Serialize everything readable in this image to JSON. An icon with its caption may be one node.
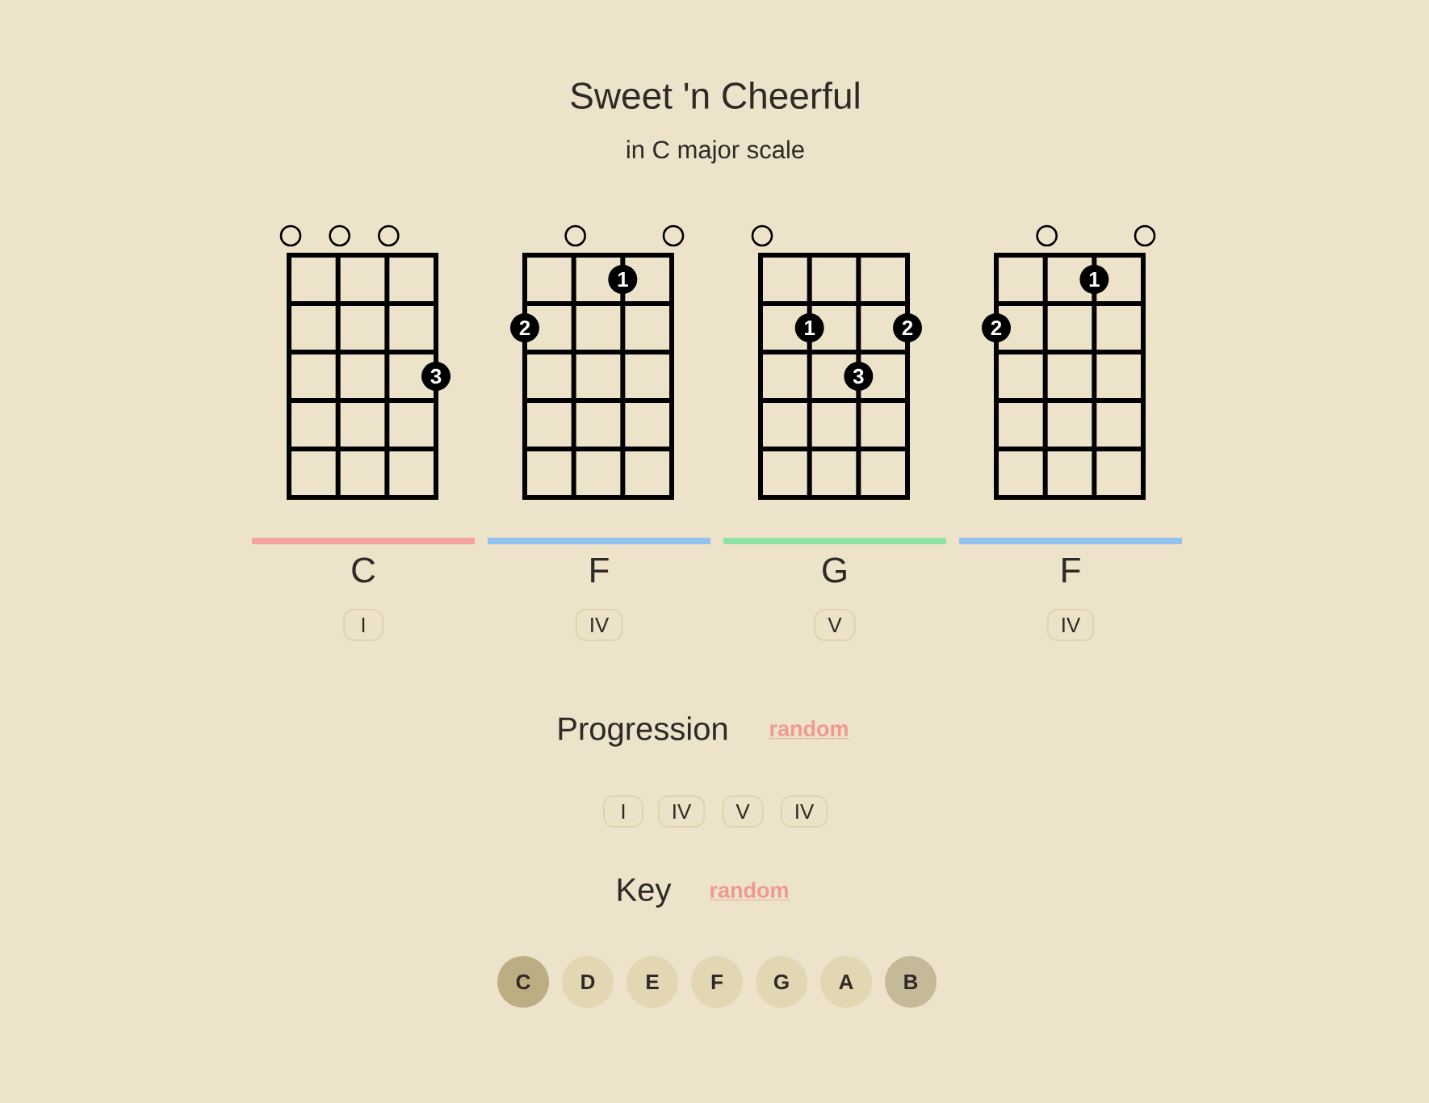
{
  "diagram": {
    "title": "Sweet 'n Cheerful",
    "nodes": [
      {
        "text": [
          "3"
        ]
      },
      {
        "text": [
          "1"
        ]
      },
      {
        "text": [
          "2"
        ]
      },
      {
        "text": [
          "1"
        ]
      },
      {
        "text": [
          "2"
        ]
      },
      {
        "text": [
          "3"
        ]
      },
      {
        "text": [
          "1"
        ]
      },
      {
        "text": [
          "2"
        ]
      },
      {
        "text": [
          "I"
        ]
      },
      {
        "text": [
          "IV"
        ]
      },
      {
        "text": [
          "V"
        ]
      },
      {
        "text": [
          "IV"
        ]
      },
      {
        "text": [
          "I"
        ]
      },
      {
        "text": [
          "IV"
        ]
      },
      {
        "text": [
          "V"
        ]
      },
      {
        "text": [
          "IV"
        ]
      },
      {
        "text": [
          "C"
        ]
      },
      {
        "text": [
          "D"
        ]
      },
      {
        "text": [
          "E"
        ]
      },
      {
        "text": [
          "F"
        ]
      },
      {
        "text": [
          "G"
        ]
      },
      {
        "text": [
          "A"
        ]
      },
      {
        "text": [
          "B"
        ]
      }
    ],
    "labels": [
      "in C major scale",
      "C",
      "F",
      "G",
      "F",
      "Progression",
      "random",
      "Key",
      "random"
    ]
  }
}
